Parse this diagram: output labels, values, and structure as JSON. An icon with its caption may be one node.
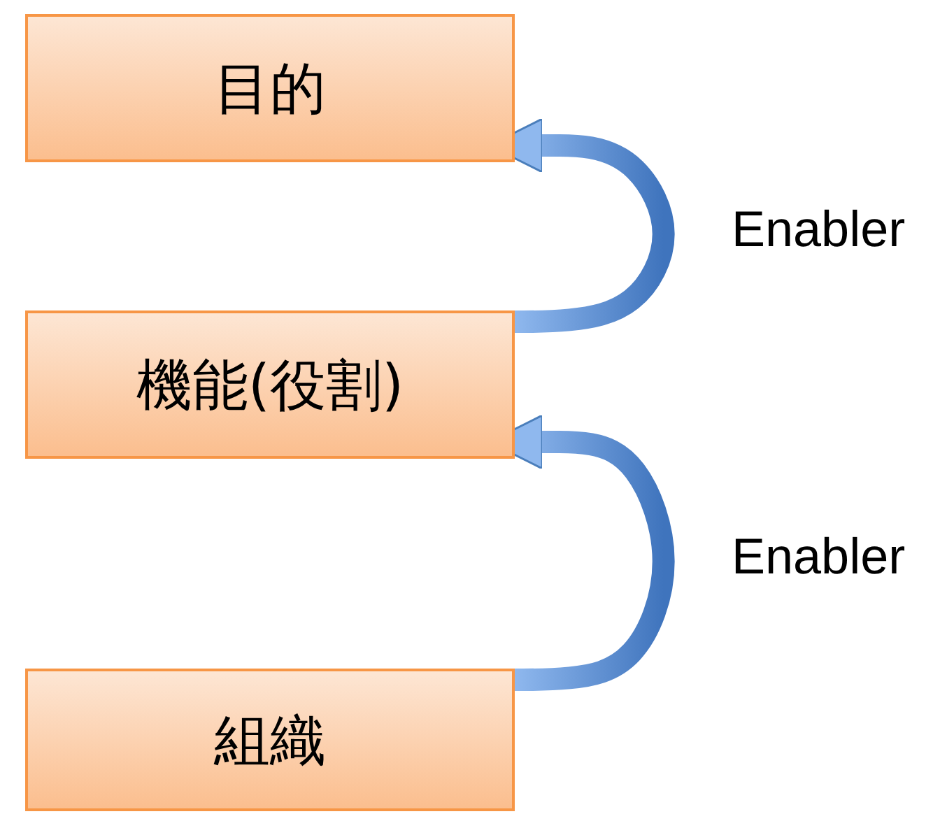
{
  "diagram": {
    "nodes": [
      {
        "text": [
          "目的"
        ]
      },
      {
        "text": [
          "機能(役割)"
        ]
      },
      {
        "text": [
          "組織"
        ]
      }
    ],
    "edges": [
      {
        "from": 1,
        "to": 0,
        "arrow": "to",
        "label": "Enabler"
      },
      {
        "from": 2,
        "to": 1,
        "arrow": "to",
        "label": "Enabler"
      }
    ]
  }
}
